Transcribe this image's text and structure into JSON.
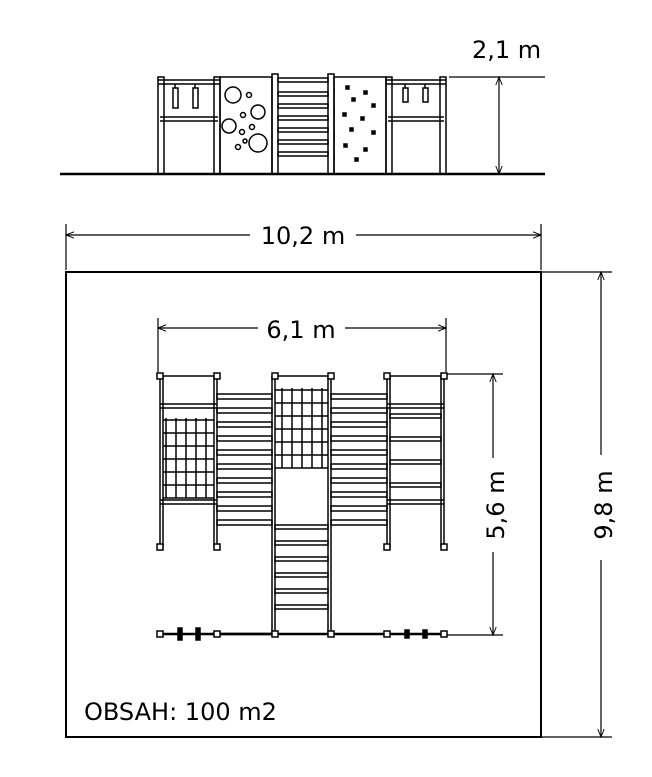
{
  "elevation": {
    "height_label": "2,1 m"
  },
  "plan": {
    "width_label": "10,2 m",
    "depth_label": "9,8 m",
    "structure_width_label": "6,1 m",
    "structure_depth_label": "5,6 m",
    "area_label": "OBSAH: 100 m2"
  },
  "colors": {
    "line": "#000000",
    "background": "#ffffff"
  }
}
